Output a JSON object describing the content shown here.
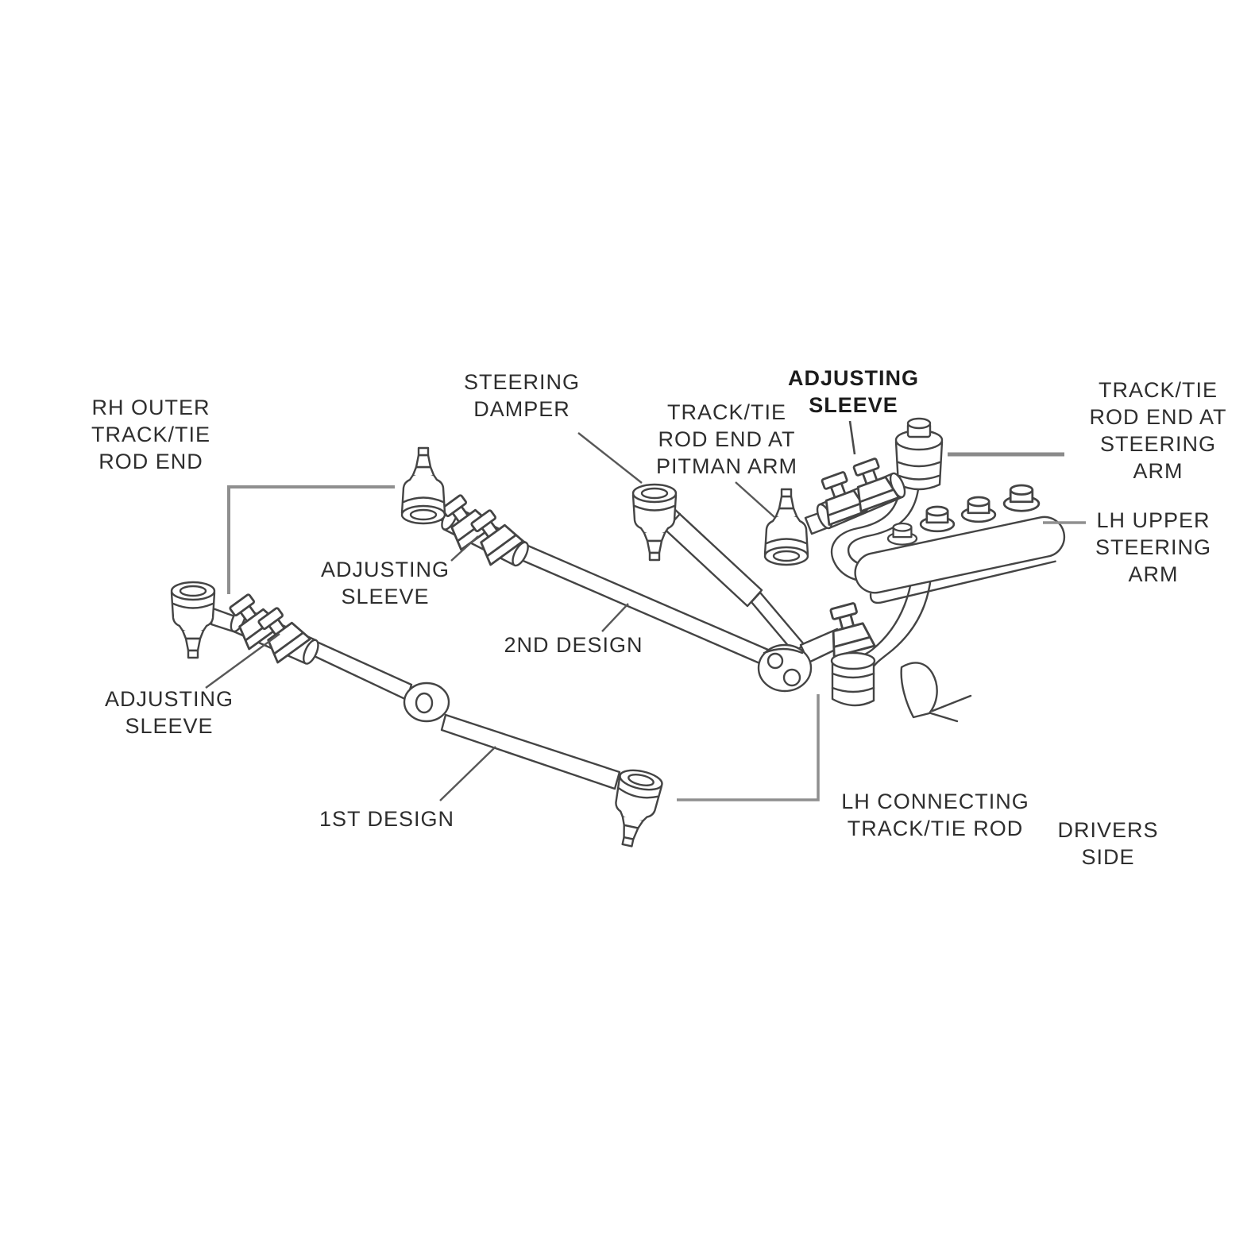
{
  "diagram_type": "steering-linkage-parts-diagram",
  "colors": {
    "background": "#ffffff",
    "art_line": "#444444",
    "leader_gray": "#8f8f8f",
    "leader_dark": "#585858",
    "text": "#2e2e2e"
  },
  "labels": {
    "rh_outer_track_tie_rod_end": "RH OUTER\nTRACK/TIE\nROD END",
    "steering_damper": "STEERING\nDAMPER",
    "track_tie_rod_end_at_pitman_arm": "TRACK/TIE\nROD END AT\nPITMAN ARM",
    "adjusting_sleeve_top": "ADJUSTING\nSLEEVE",
    "track_tie_rod_end_at_steering_arm": "TRACK/TIE\nROD END AT\nSTEERING\nARM",
    "lh_upper_steering_arm": "LH UPPER\nSTEERING\nARM",
    "adjusting_sleeve_mid": "ADJUSTING\nSLEEVE",
    "adjusting_sleeve_left": "ADJUSTING\nSLEEVE",
    "second_design": "2ND DESIGN",
    "first_design": "1ST DESIGN",
    "lh_connecting_track_tie_rod": "LH CONNECTING\nTRACK/TIE ROD",
    "drivers_side": "DRIVERS\nSIDE"
  }
}
